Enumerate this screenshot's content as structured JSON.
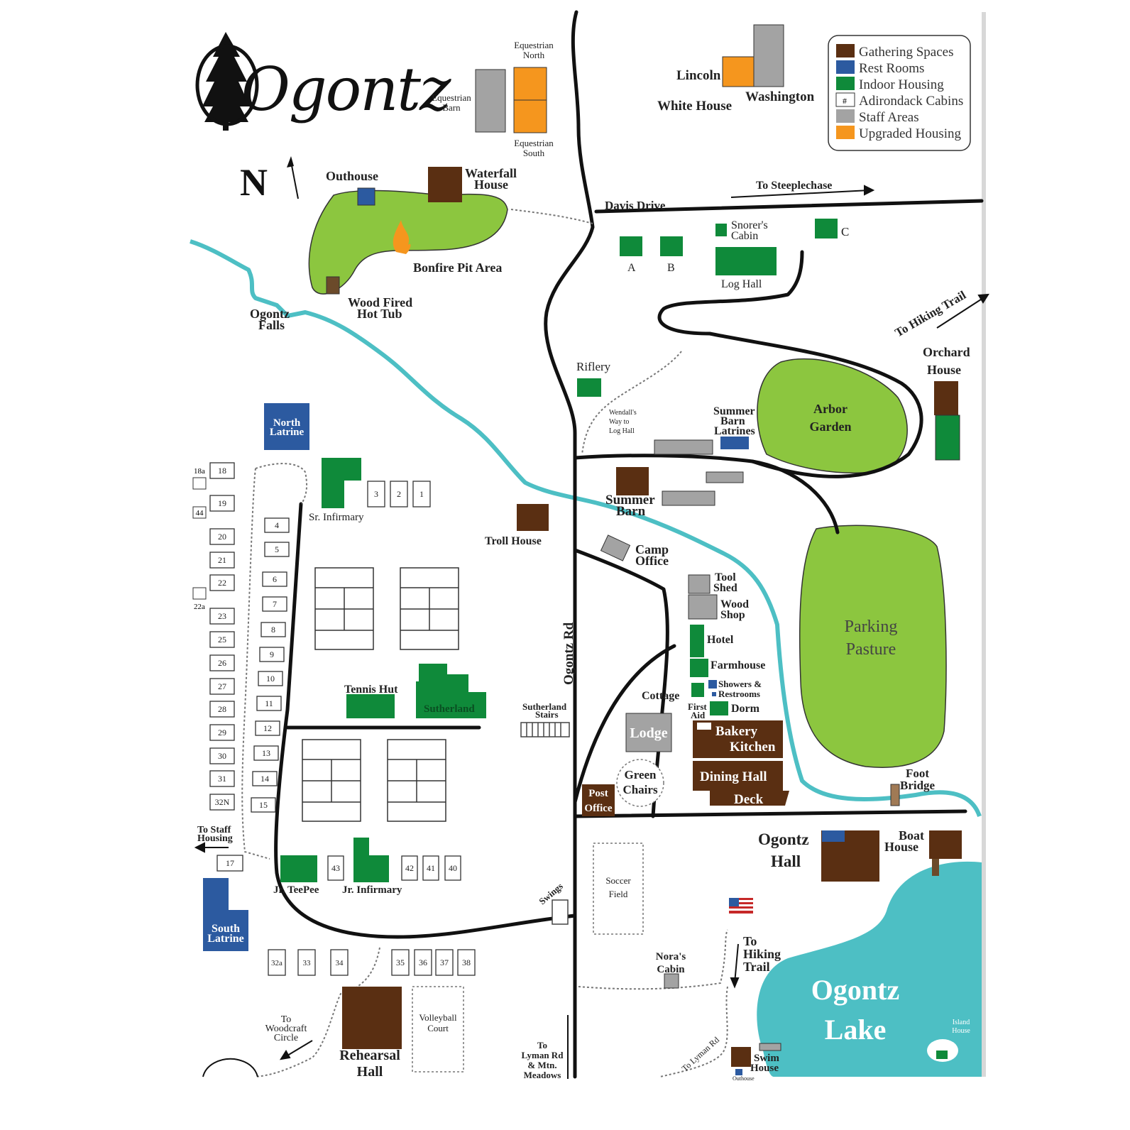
{
  "title": "Ogontz",
  "north": "N",
  "colors": {
    "gathering": "#5a2f12",
    "restroom": "#2c5aa0",
    "indoor": "#0f8a3a",
    "cabin": "#ffffff",
    "staff": "#a3a3a3",
    "upgraded": "#f5961e",
    "grass": "#8cc63f",
    "water": "#4dbfc4",
    "road": "#111111"
  },
  "legend": {
    "gathering": "Gathering Spaces",
    "restroom": "Rest Rooms",
    "indoor": "Indoor Housing",
    "cabin": "Adirondack Cabins",
    "cabin_symbol": "#",
    "staff": "Staff Areas",
    "upgraded": "Upgraded Housing"
  },
  "labels": {
    "equestrian_north": [
      "Equestrian",
      "North"
    ],
    "equestrian_barn": [
      "Equestrian",
      "Barn"
    ],
    "equestrian_south": [
      "Equestrian",
      "South"
    ],
    "lincoln": "Lincoln",
    "white_house": "White House",
    "washington": "Washington",
    "outhouse": "Outhouse",
    "waterfall_house": [
      "Waterfall",
      "House"
    ],
    "davis_drive": "Davis Drive",
    "to_steeplechase": "To Steeplechase",
    "snorers_cabin": [
      "Snorer's",
      "Cabin"
    ],
    "cabin_a": "A",
    "cabin_b": "B",
    "cabin_c": "C",
    "log_hall": "Log Hall",
    "bonfire": "Bonfire Pit Area",
    "hot_tub": [
      "Wood Fired",
      "Hot Tub"
    ],
    "ogontz_falls": [
      "Ogontz",
      "Falls"
    ],
    "to_hiking_trail_ne": "To Hiking Trail",
    "orchard_house": [
      "Orchard",
      "House"
    ],
    "riflery": "Riflery",
    "wendalls_way": [
      "Wendall's",
      "Way to",
      "Log Hall"
    ],
    "summer_barn_latrines": [
      "Summer",
      "Barn",
      "Latrines"
    ],
    "arbor_garden": [
      "Arbor",
      "Garden"
    ],
    "north_latrine": [
      "North",
      "Latrine"
    ],
    "sr_infirmary": "Sr. Infirmary",
    "troll_house": "Troll House",
    "summer_barn": [
      "Summer",
      "Barn"
    ],
    "camp_office": [
      "Camp",
      "Office"
    ],
    "tool_shed": [
      "Tool",
      "Shed"
    ],
    "wood_shop": [
      "Wood",
      "Shop"
    ],
    "hotel": "Hotel",
    "farmhouse": "Farmhouse",
    "showers": [
      "Showers &",
      "Restrooms"
    ],
    "cottage": "Cottage",
    "first_aid": [
      "First",
      "Aid"
    ],
    "dorm": "Dorm",
    "lodge": "Lodge",
    "bakery": "Bakery",
    "kitchen": "Kitchen",
    "dining_hall": "Dining Hall",
    "deck": "Deck",
    "green_chairs": [
      "Green",
      "Chairs"
    ],
    "post_office": [
      "Post",
      "Office"
    ],
    "parking_pasture": [
      "Parking",
      "Pasture"
    ],
    "foot_bridge": [
      "Foot",
      "Bridge"
    ],
    "ogontz_rd": "Ogontz Rd",
    "tennis_hut": "Tennis Hut",
    "sutherland": "Sutherland",
    "sutherland_stairs": [
      "Sutherland",
      "Stairs"
    ],
    "ogontz_hall": [
      "Ogontz",
      "Hall"
    ],
    "boat_house": [
      "Boat",
      "House"
    ],
    "soccer_field": [
      "Soccer",
      "Field"
    ],
    "swings": "Swings",
    "jr_teepee": "Jr. TeePee",
    "jr_infirmary": "Jr. Infirmary",
    "to_staff_housing": [
      "To Staff",
      "Housing"
    ],
    "south_latrine": [
      "South",
      "Latrine"
    ],
    "noras_cabin": [
      "Nora's",
      "Cabin"
    ],
    "to_hiking_trail_s": [
      "To",
      "Hiking",
      "Trail"
    ],
    "ogontz_lake": [
      "Ogontz",
      "Lake"
    ],
    "island_house": [
      "Island",
      "House"
    ],
    "to_woodcraft": [
      "To",
      "Woodcraft",
      "Circle"
    ],
    "rehearsal_hall": [
      "Rehearsal",
      "Hall"
    ],
    "volleyball_court": [
      "Volleyball",
      "Court"
    ],
    "to_lyman": [
      "To",
      "Lyman Rd",
      "& Mtn.",
      "Meadows"
    ],
    "to_lyman_rd": "To Lyman Rd",
    "swim_house": [
      "Swim",
      "House"
    ],
    "outhouse_small": "Outhouse"
  },
  "cabins": {
    "left_col": [
      "18",
      "19",
      "20",
      "21",
      "22",
      "23",
      "25",
      "26",
      "27",
      "28",
      "29",
      "30",
      "31",
      "32N"
    ],
    "left_small": [
      "18a",
      "44",
      "22a"
    ],
    "inner_col": [
      "4",
      "5",
      "6",
      "7",
      "8",
      "9",
      "10",
      "11",
      "12",
      "13",
      "14",
      "15"
    ],
    "top_row": [
      "3",
      "2",
      "1"
    ],
    "bottom_mid": [
      "43",
      "42",
      "41",
      "40"
    ],
    "staff_17": "17",
    "bottom_row_left": [
      "32a",
      "33",
      "34"
    ],
    "bottom_row_right": [
      "35",
      "36",
      "37",
      "38"
    ]
  }
}
